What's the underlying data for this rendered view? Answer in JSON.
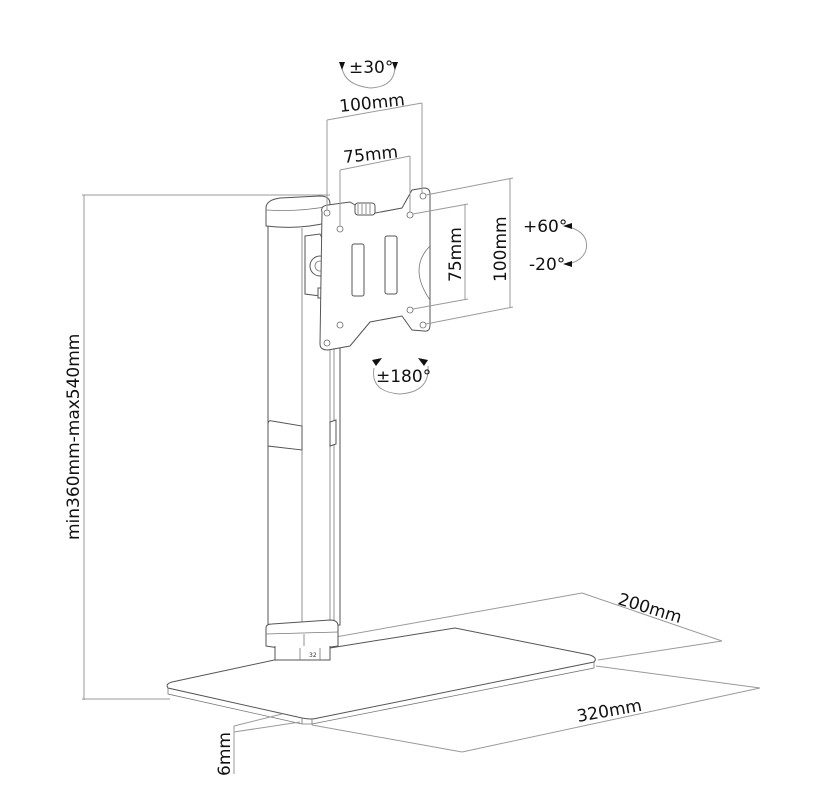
{
  "diagram": {
    "subject": "Single monitor desk stand dimension drawing",
    "colors": {
      "line": "#555555",
      "dimension_line": "#9a9a9a",
      "text": "#111111",
      "background": "#ffffff"
    },
    "rotations": {
      "swivel_top": "±30°",
      "tilt_up": "+60°",
      "tilt_down": "-20°",
      "rotation": "±180°"
    },
    "dimensions": {
      "vesa_outer_width": "100mm",
      "vesa_inner_width": "75mm",
      "vesa_inner_height": "75mm",
      "vesa_outer_height": "100mm",
      "height_range": "min360mm-max540mm",
      "base_depth": "200mm",
      "base_width": "320mm",
      "base_thickness": "6mm"
    },
    "part_marking": "32"
  }
}
